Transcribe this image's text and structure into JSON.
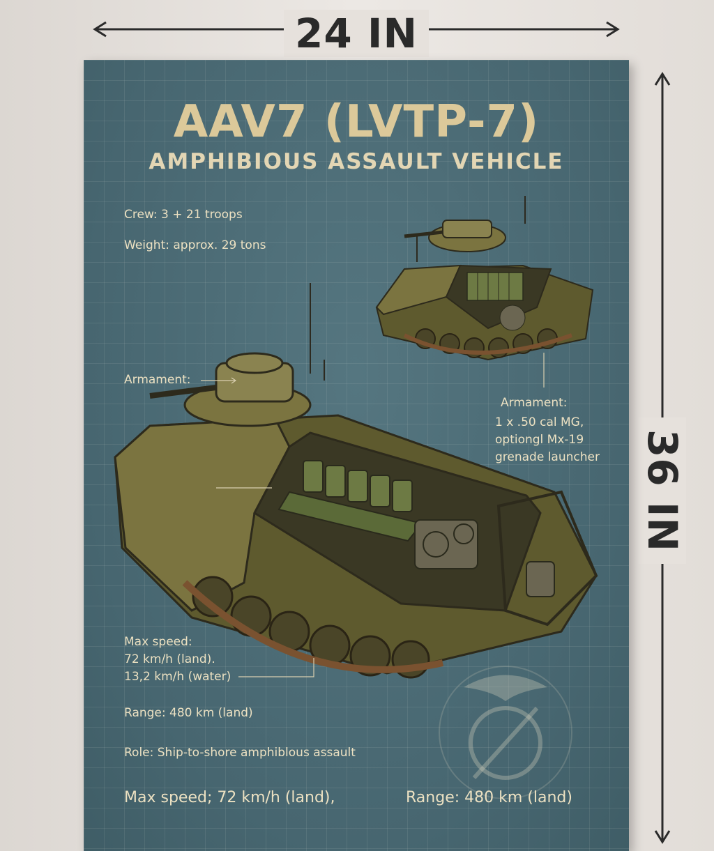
{
  "dimensions": {
    "width_label": "24 IN",
    "height_label": "36 IN"
  },
  "poster": {
    "title": "AAV7 (LVTP-7)",
    "subtitle": "AMPHIBIOUS ASSAULT VEHICLE",
    "specs": {
      "crew": "Crew: 3 + 21 troops",
      "weight": "Weight: approx. 29 tons",
      "armament_left": "Armament:",
      "armament_right_label": "Armament:",
      "armament_right_line1": "1 x .50 cal MG,",
      "armament_right_line2": "optiongl Mx-19",
      "armament_right_line3": "grenade launcher",
      "max_speed_label": "Max speed:",
      "max_speed_land": "72 km/h (land).",
      "max_speed_water": "13,2 km/h (water)",
      "range": "Range: 480 km (land)",
      "role": "Role: Ship-to-shore amphiblous assault"
    },
    "footer": {
      "left": "Max speed; 72 km/h (land),",
      "right": "Range: 480 km (land)"
    }
  },
  "colors": {
    "poster_bg": "#4b6a73",
    "title": "#dcc99a",
    "text": "#ece1c2",
    "hull": "#6f6a35"
  }
}
